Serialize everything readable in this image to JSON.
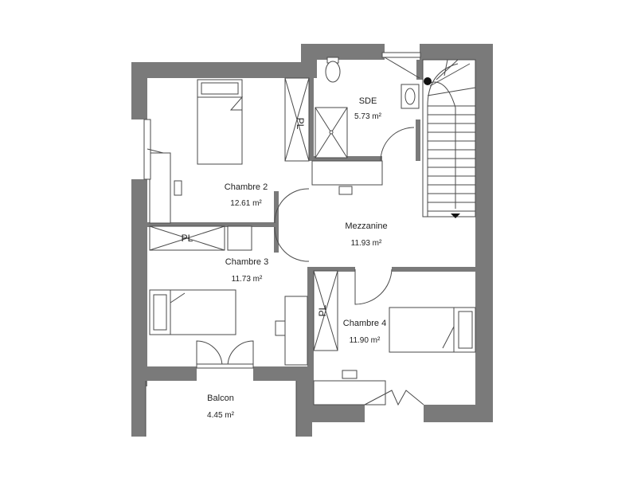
{
  "rooms": {
    "chambre2": {
      "name": "Chambre 2",
      "area": "12.61 m²"
    },
    "sde": {
      "name": "SDE",
      "area": "5.73 m²"
    },
    "mezzanine": {
      "name": "Mezzanine",
      "area": "11.93 m²"
    },
    "chambre3": {
      "name": "Chambre 3",
      "area": "11.73 m²"
    },
    "chambre4": {
      "name": "Chambre 4",
      "area": "11.90 m²"
    },
    "balcon": {
      "name": "Balcon",
      "area": "4.45 m²"
    }
  },
  "closets": {
    "pl_chambre2": "PL",
    "pl_chambre3": "PL",
    "pl_chambre4": "PL"
  },
  "colors": {
    "wall": "#7a7a7a",
    "line": "#4a4a4a",
    "background": "#ffffff"
  }
}
